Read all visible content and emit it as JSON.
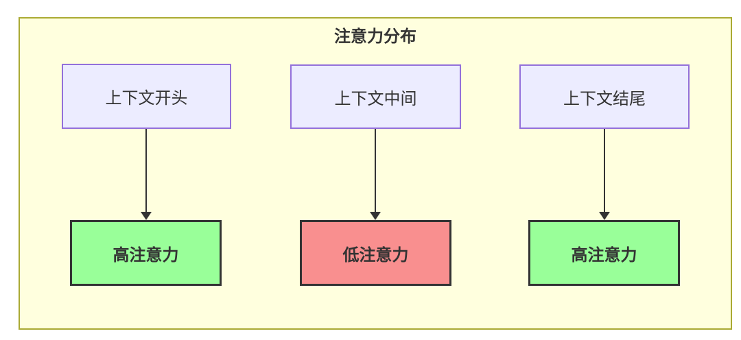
{
  "diagram": {
    "title": "注意力分布",
    "columns": [
      {
        "top_label": "上下文开头",
        "bottom_label": "高注意力",
        "attention_level": "high",
        "bottom_fill": "#99ff99"
      },
      {
        "top_label": "上下文中间",
        "bottom_label": "低注意力",
        "attention_level": "low",
        "bottom_fill": "#f98f8f"
      },
      {
        "top_label": "上下文结尾",
        "bottom_label": "高注意力",
        "attention_level": "high",
        "bottom_fill": "#99ff99"
      }
    ],
    "colors": {
      "container_bg": "#ffffde",
      "container_border": "#aaaa33",
      "top_node_bg": "#ececff",
      "top_node_border": "#9370db",
      "bottom_node_border": "#333333",
      "high_attention_fill": "#99ff99",
      "low_attention_fill": "#f98f8f",
      "arrow": "#333333",
      "text": "#333333"
    }
  }
}
